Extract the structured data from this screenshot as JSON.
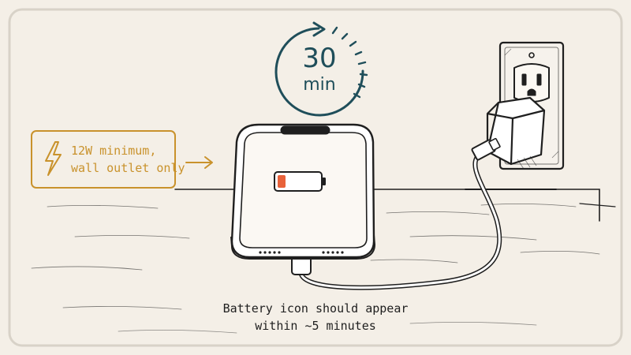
{
  "timer": {
    "value": "30",
    "unit": "min"
  },
  "callout": {
    "line1": "12W minimum,",
    "line2": "wall outlet only"
  },
  "caption": {
    "line1": "Battery icon should appear",
    "line2": "within ~5 minutes"
  },
  "battery": {
    "level": 0.2
  },
  "colors": {
    "background": "#f4efe7",
    "frame": "#d8d2c8",
    "ink": "#1f1f1f",
    "timer": "#1f4e5a",
    "callout": "#c9922c",
    "battery_low": "#e8623a"
  },
  "icons": {
    "timer": "stopwatch-icon",
    "callout": "lightning-bolt-icon",
    "arrow": "arrow-right-icon",
    "outlet": "wall-outlet-icon",
    "adapter": "power-adapter-icon",
    "battery": "battery-low-icon"
  }
}
